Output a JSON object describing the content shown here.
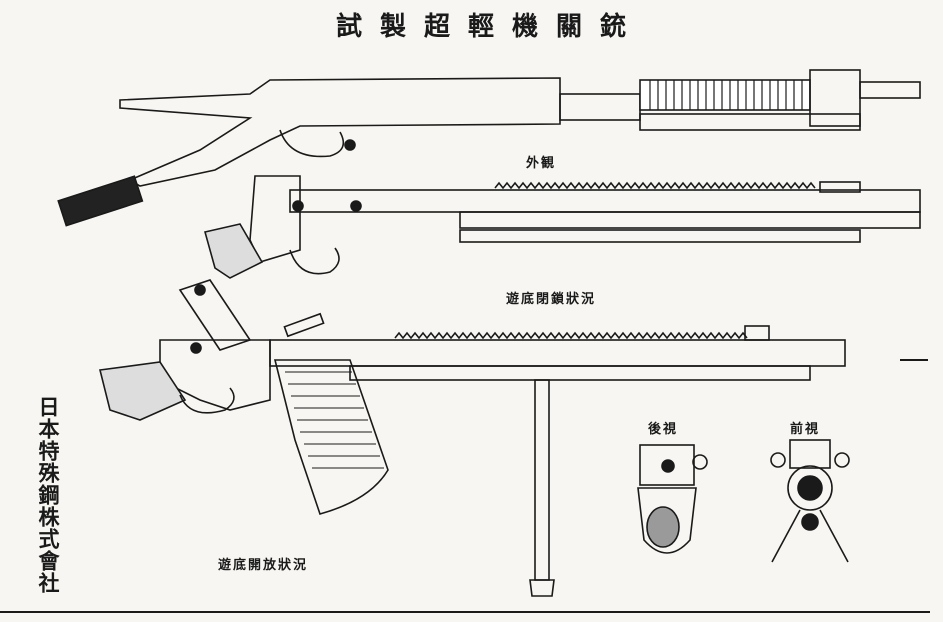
{
  "title": "試製超輕機關銃",
  "labels": {
    "exterior": "外観",
    "bolt_closed": "遊底閉鎖狀況",
    "bolt_open": "遊底開放狀況",
    "rear_view": "後視",
    "front_view": "前視"
  },
  "company": "日本特殊鋼株式會社"
}
